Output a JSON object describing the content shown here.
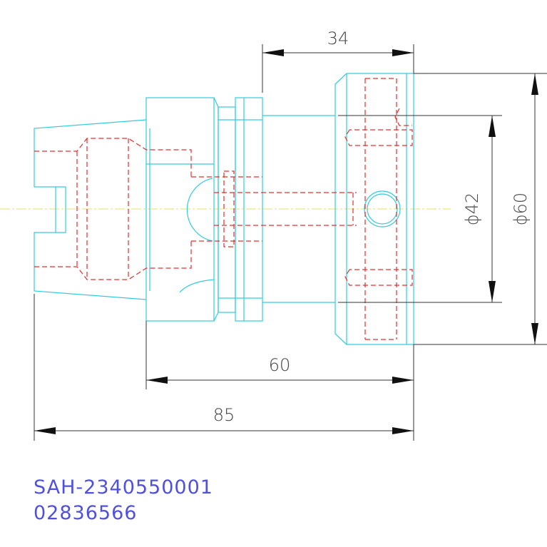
{
  "dimensions": {
    "top_width": "34",
    "mid_width": "60",
    "total_width": "85",
    "diameter_inner": "ϕ42",
    "diameter_outer": "ϕ60"
  },
  "part": {
    "code": "SAH-2340550001",
    "number": "02836566"
  },
  "colors": {
    "outline": "#33ccdd",
    "hidden_lines": "#e03030",
    "centerline": "#e8e060",
    "dimension": "#333333",
    "text": "#5050e0"
  }
}
